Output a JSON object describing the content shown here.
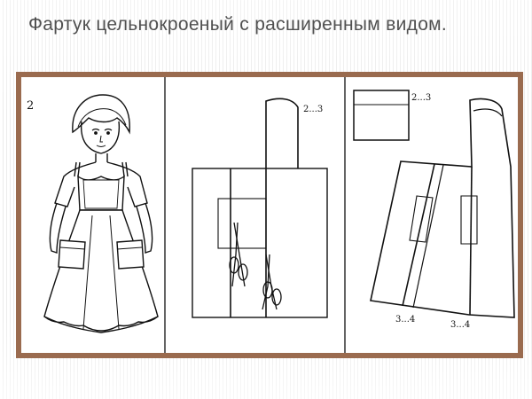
{
  "slide": {
    "title": "Фартук цельнокроеный с расширенным видом."
  },
  "figure": {
    "panel_number": "2",
    "labels": {
      "seam_middle": "2...3",
      "seam_right_top": "2...3",
      "hem_left": "3...4",
      "hem_right": "3...4"
    }
  },
  "colors": {
    "frame": "#9a6b4f",
    "title_text": "#505050",
    "line": "#111111"
  }
}
